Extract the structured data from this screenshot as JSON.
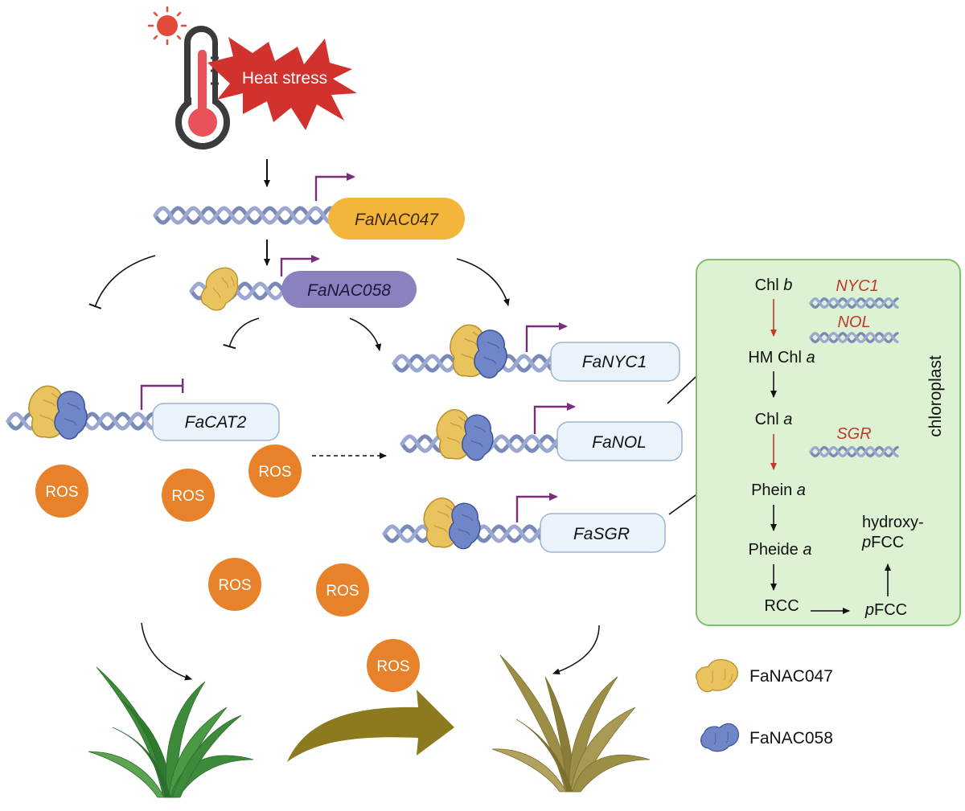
{
  "heat_stress": {
    "label": "Heat stress"
  },
  "genes": {
    "nac047": "FaNAC047",
    "nac058": "FaNAC058",
    "cat2": "FaCAT2",
    "nyc1": "FaNYC1",
    "nol": "FaNOL",
    "sgr": "FaSGR"
  },
  "ros_label": "ROS",
  "chloroplast": {
    "title": "chloroplast",
    "chl_b": {
      "main": "Chl ",
      "ital": "b"
    },
    "hm_chl_a": {
      "main": "HM Chl ",
      "ital": "a"
    },
    "chl_a": {
      "main": "Chl ",
      "ital": "a"
    },
    "phein_a": {
      "main": "Phein ",
      "ital": "a"
    },
    "pheide_a": {
      "main": "Pheide ",
      "ital": "a"
    },
    "rcc": "RCC",
    "pfcc": {
      "ital": "p",
      "main": "FCC"
    },
    "hydroxy_line1": "hydroxy-",
    "hydroxy_line2": {
      "ital": "p",
      "main": "FCC"
    },
    "enzymes": {
      "nyc1": "NYC1",
      "nol": "NOL",
      "sgr": "SGR"
    }
  },
  "legend": {
    "nac047": "FaNAC047",
    "nac058": "FaNAC058"
  },
  "colors": {
    "nac047_box": "#F3B63A",
    "nac058_box": "#8A82BF",
    "gene_box": "#EAF3FB",
    "ros": "#E8822A",
    "dna": "#7A8AB8",
    "arrow_purple": "#7A2E7A",
    "heat_red": "#D2322D",
    "chloroplast_fill": "#DDF2D2",
    "chloroplast_stroke": "#7FBF6E",
    "enzyme_red": "#C0392B",
    "healthy_grass": "#3C8A3A",
    "withered_grass": "#9C8E45",
    "big_arrow": "#8B7A1E",
    "protein_yellow": "#E9C35E",
    "protein_blue": "#6F86C8"
  }
}
